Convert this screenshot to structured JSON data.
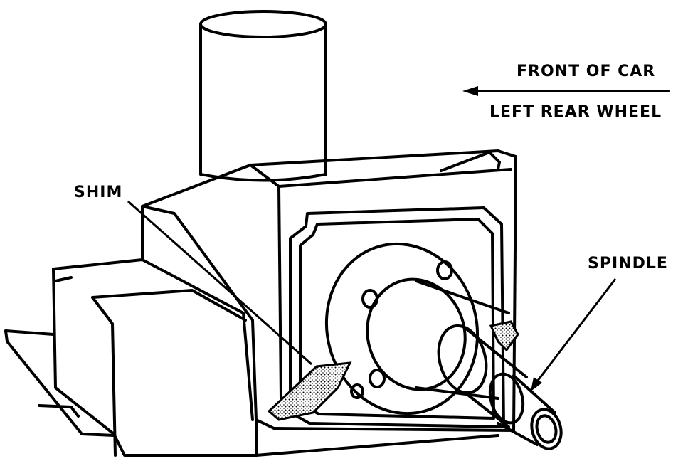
{
  "labels": {
    "front_of_car": "FRONT OF CAR",
    "left_rear_wheel": "LEFT REAR WHEEL",
    "shim": "SHIM",
    "spindle": "SPINDLE"
  },
  "colors": {
    "ink": "#000000",
    "paper": "#ffffff",
    "stipple": "#000000"
  }
}
